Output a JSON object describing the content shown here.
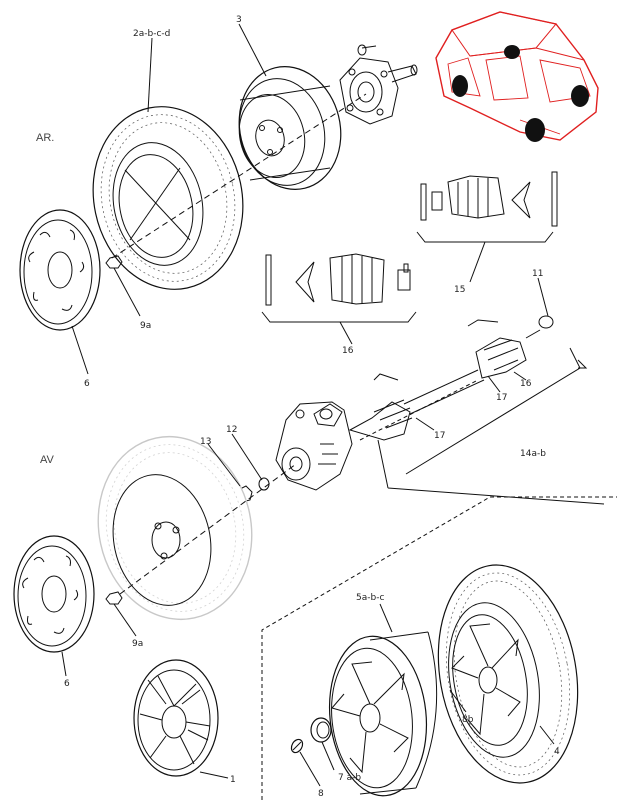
{
  "section_labels": {
    "rear": "AR.",
    "front": "AV"
  },
  "callouts": [
    {
      "id": "tire-rear",
      "text": "2a-b-c-d"
    },
    {
      "id": "rim-rear",
      "text": "3"
    },
    {
      "id": "nut-rear",
      "text": "9a"
    },
    {
      "id": "hubcap-rear",
      "text": "6"
    },
    {
      "id": "boot-kit-upper",
      "text": "15"
    },
    {
      "id": "boot-kit-lower",
      "text": "16"
    },
    {
      "id": "circlip",
      "text": "11"
    },
    {
      "id": "joint-outer",
      "text": "16"
    },
    {
      "id": "shaft-upper",
      "text": "17"
    },
    {
      "id": "shaft-lower",
      "text": "17"
    },
    {
      "id": "driveshaft",
      "text": "14a-b"
    },
    {
      "id": "hub-washer",
      "text": "12"
    },
    {
      "id": "hub-nut",
      "text": "13"
    },
    {
      "id": "nut-front",
      "text": "9a"
    },
    {
      "id": "hubcap-front",
      "text": "6"
    },
    {
      "id": "alloy-rim",
      "text": "5a-b-c"
    },
    {
      "id": "alloy-nut",
      "text": "8b"
    },
    {
      "id": "alloy-tire",
      "text": "4"
    },
    {
      "id": "center-cap",
      "text": "7 a-b"
    },
    {
      "id": "valve",
      "text": "8"
    },
    {
      "id": "wheel-trim",
      "text": "1"
    }
  ],
  "colors": {
    "line": "#111111",
    "ghost": "#c8c8c8",
    "car_highlight": "#e02020",
    "wheel_dot": "#111111"
  }
}
